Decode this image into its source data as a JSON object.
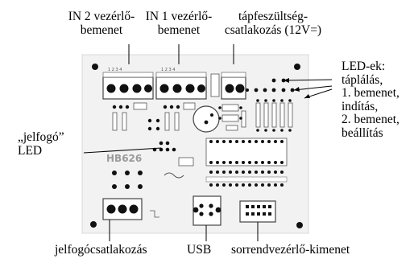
{
  "labels": {
    "in2_line1": "IN 2 vezérlő-",
    "in2_line2": "bemenet",
    "in1_line1": "IN 1 vezérlő-",
    "in1_line2": "bemenet",
    "power_line1": "tápfeszültség-",
    "power_line2": "csatlakozás (12V=)",
    "led_line1": "LED-ek:",
    "led_line2": "táplálás,",
    "led_line3": "1. bemenet,",
    "led_line4": "indítás,",
    "led_line5": "2. bemenet,",
    "led_line6": "beállítás",
    "relay_led_line1": "„jelfogó”",
    "relay_led_line2": "LED",
    "relay_conn": "jelfogócsatlakozás",
    "usb": "USB",
    "seq_out": "sorrendvezérlő-kimenet"
  },
  "board": {
    "silk_text": "HB626"
  }
}
